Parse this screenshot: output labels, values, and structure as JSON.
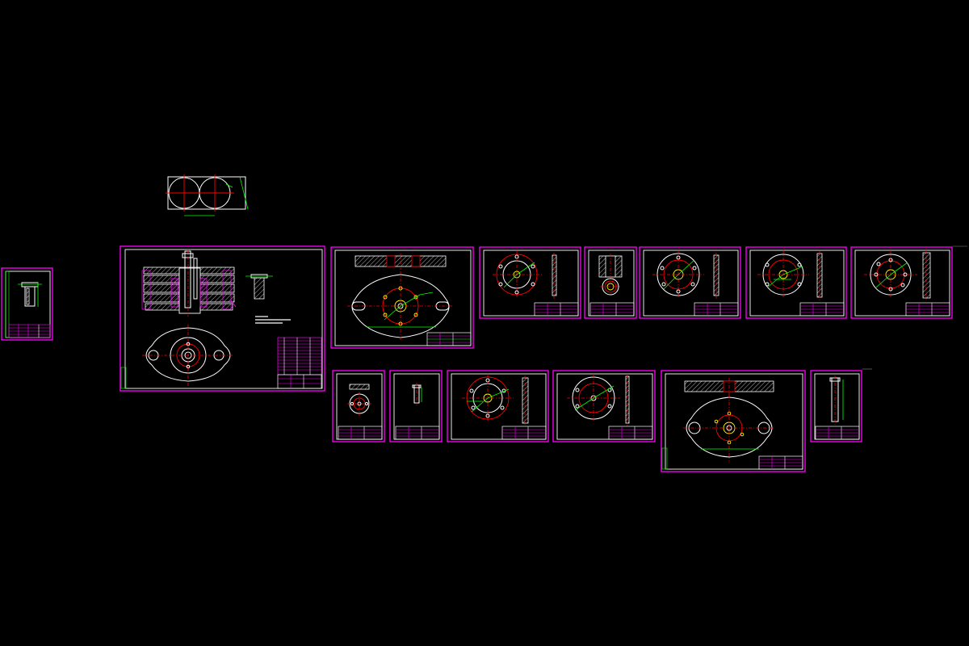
{
  "viewport": {
    "background": "#000000",
    "colors": {
      "frame": "#ff00ff",
      "outline": "#ffffff",
      "centerline": "#ff0000",
      "dimension": "#00ff00",
      "annotation": "#ffff00"
    }
  },
  "sheets": [
    {
      "id": "sheet-01",
      "kind": "part-sketch"
    },
    {
      "id": "sheet-02",
      "kind": "assembly"
    },
    {
      "id": "sheet-03",
      "kind": "plate-section"
    },
    {
      "id": "sheet-04",
      "kind": "round-plate"
    },
    {
      "id": "sheet-05",
      "kind": "cylinder-part"
    },
    {
      "id": "sheet-06",
      "kind": "round-plate"
    },
    {
      "id": "sheet-07",
      "kind": "round-plate"
    },
    {
      "id": "sheet-08",
      "kind": "round-plate"
    },
    {
      "id": "sheet-09",
      "kind": "small-round"
    },
    {
      "id": "sheet-10",
      "kind": "pin-part"
    },
    {
      "id": "sheet-11",
      "kind": "round-plate"
    },
    {
      "id": "sheet-12",
      "kind": "round-plate"
    },
    {
      "id": "sheet-13",
      "kind": "plate-section"
    },
    {
      "id": "sheet-14",
      "kind": "pin-part"
    }
  ]
}
